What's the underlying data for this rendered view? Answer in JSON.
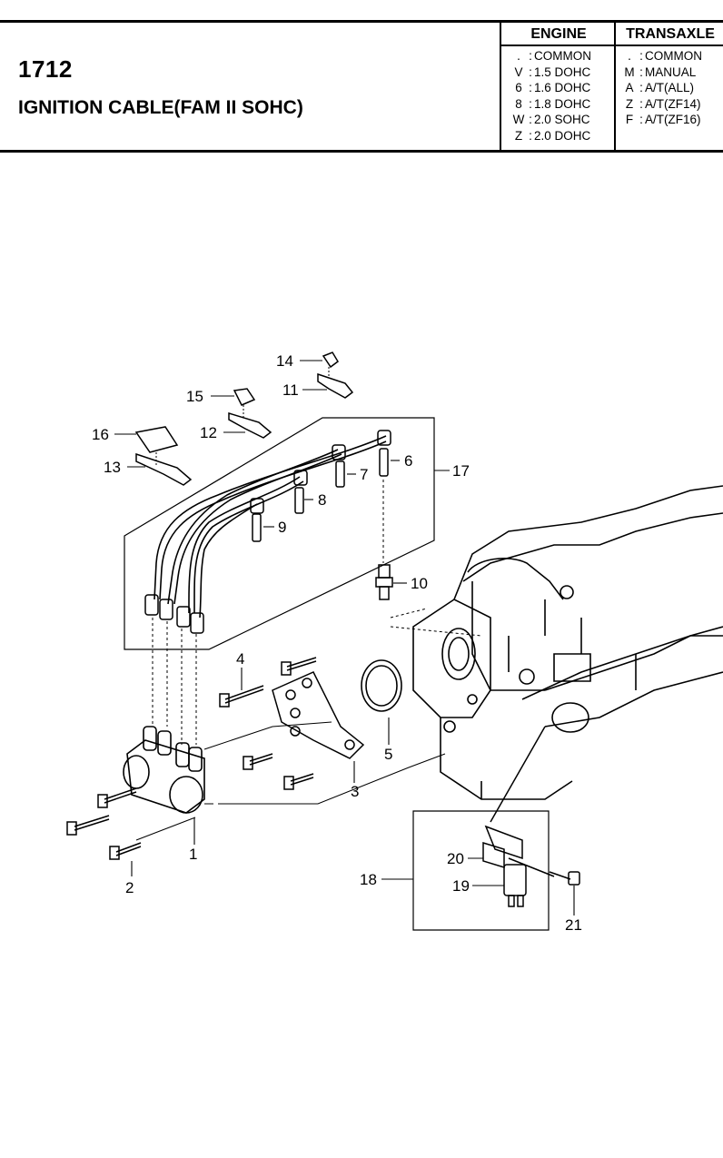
{
  "header": {
    "code": "1712",
    "title": "IGNITION CABLE(FAM II SOHC)"
  },
  "engine": {
    "heading": "ENGINE",
    "rows": [
      {
        "code": ".",
        "value": "COMMON"
      },
      {
        "code": "V",
        "value": "1.5 DOHC"
      },
      {
        "code": "6",
        "value": "1.6 DOHC"
      },
      {
        "code": "8",
        "value": "1.8 DOHC"
      },
      {
        "code": "W",
        "value": "2.0 SOHC"
      },
      {
        "code": "Z",
        "value": "2.0 DOHC"
      }
    ]
  },
  "transaxle": {
    "heading": "TRANSAXLE",
    "rows": [
      {
        "code": ".",
        "value": "COMMON"
      },
      {
        "code": "M",
        "value": "MANUAL"
      },
      {
        "code": "A",
        "value": "A/T(ALL)"
      },
      {
        "code": "Z",
        "value": "A/T(ZF14)"
      },
      {
        "code": "F",
        "value": "A/T(ZF16)"
      }
    ]
  },
  "callouts": [
    "1",
    "2",
    "3",
    "4",
    "5",
    "6",
    "7",
    "8",
    "9",
    "10",
    "11",
    "12",
    "13",
    "14",
    "15",
    "16",
    "17",
    "18",
    "19",
    "20",
    "21"
  ]
}
